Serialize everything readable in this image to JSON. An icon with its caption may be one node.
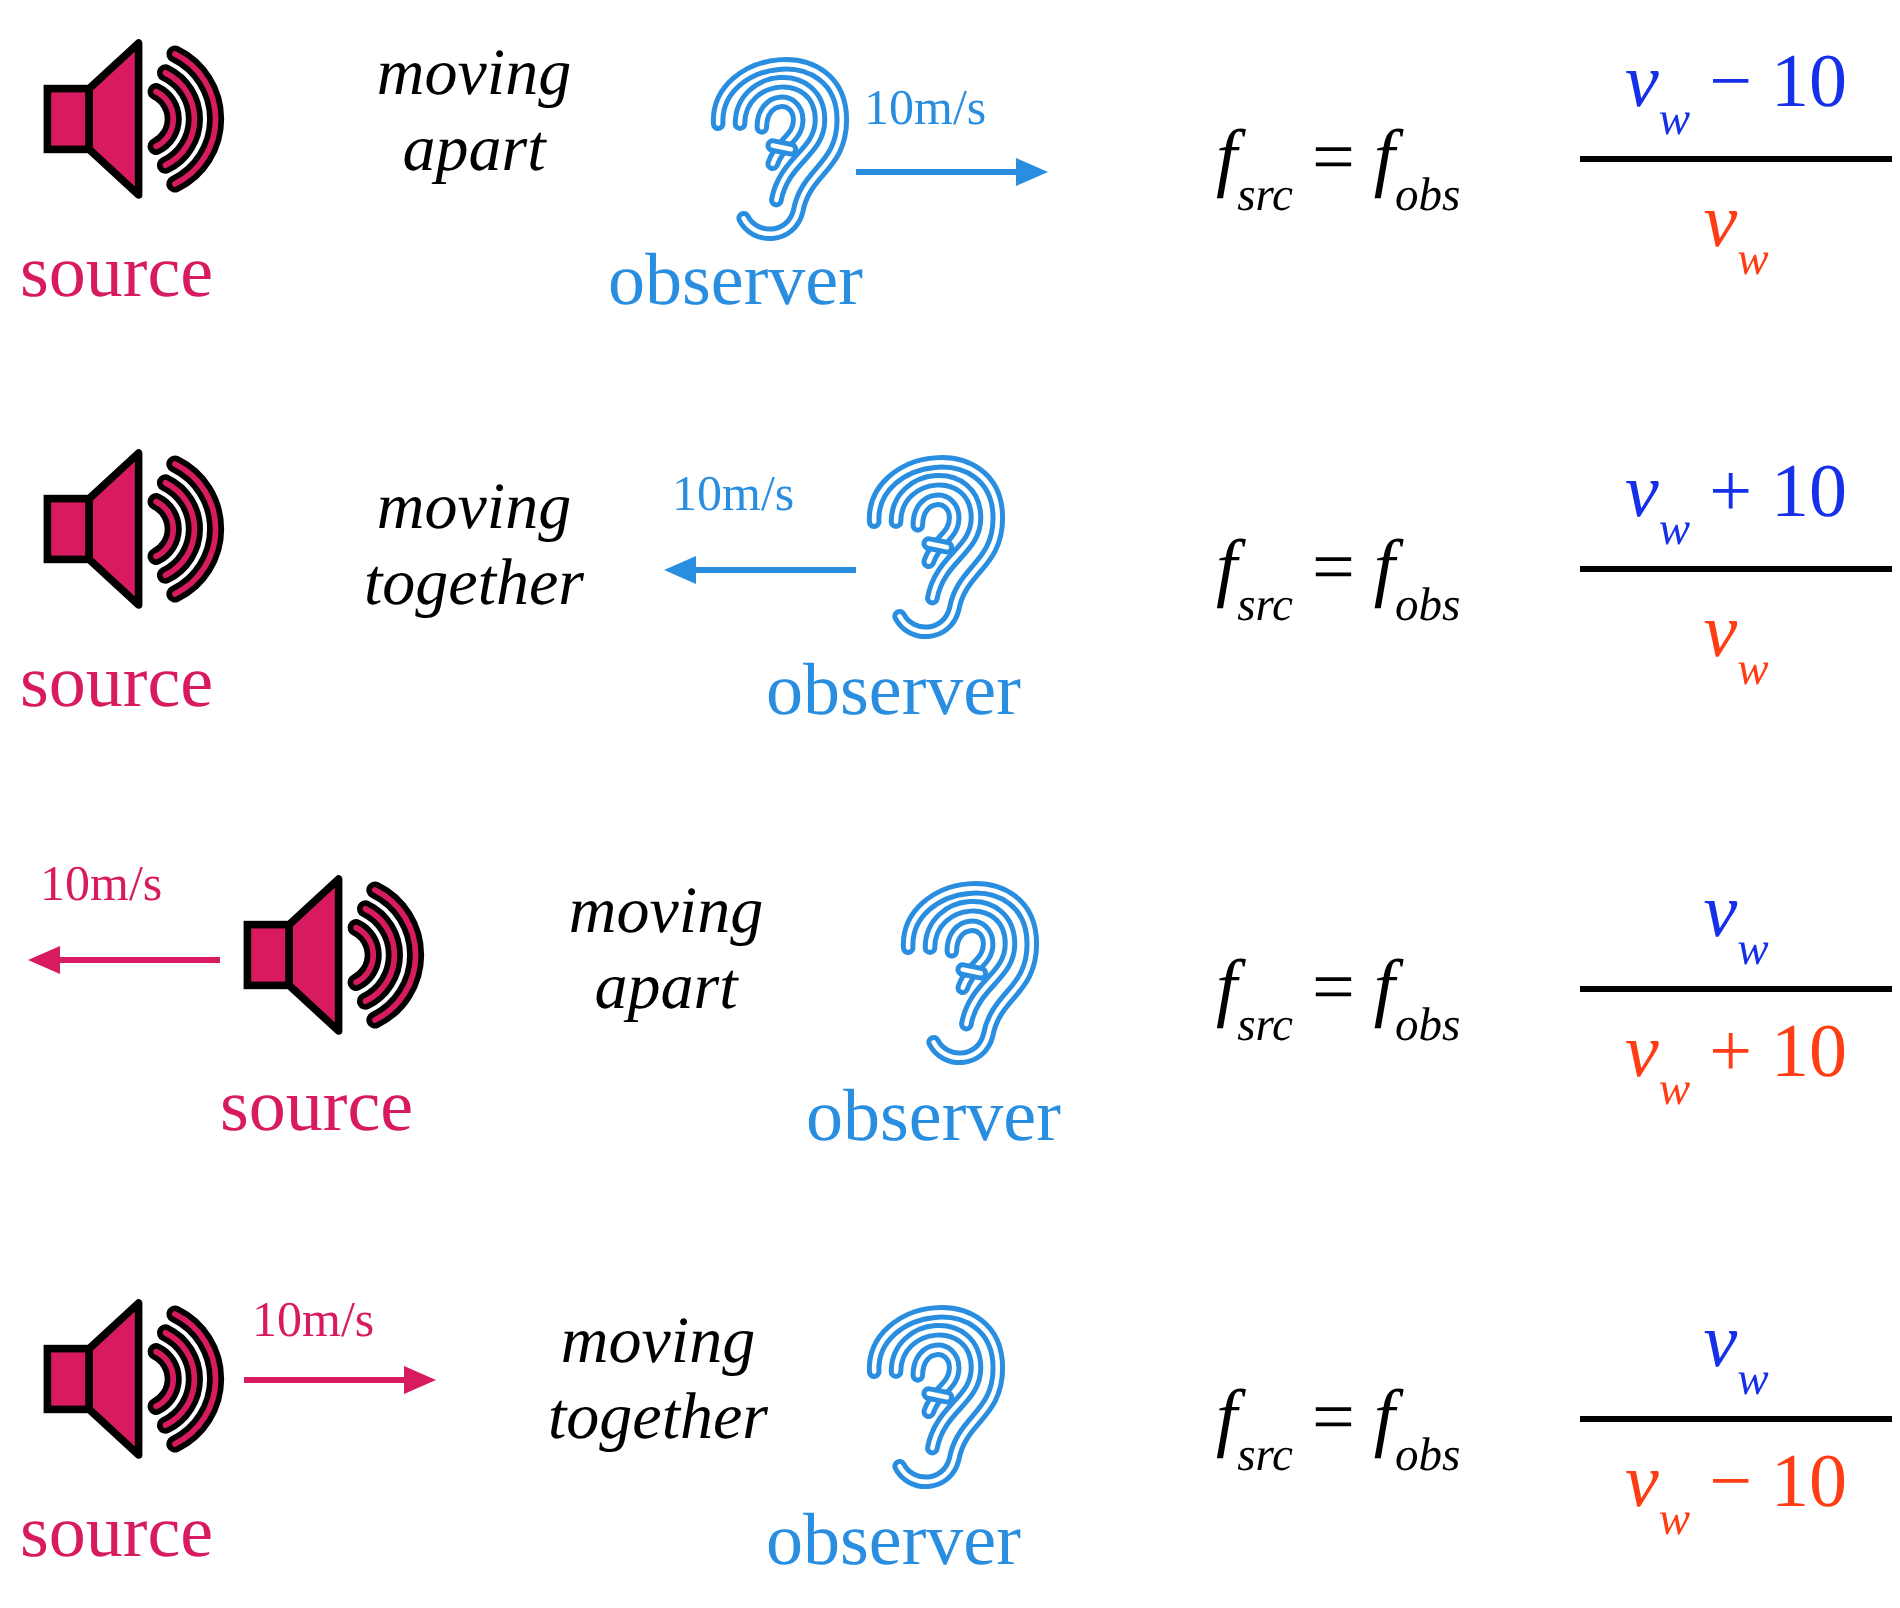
{
  "diagram": {
    "labels": [
      "moving apart",
      "10m/s",
      "source",
      "observer",
      "*f*$_{src}$ = *f*$_{obs}$",
      "*v*$_{w}$ − 10",
      "*v*$_{w}$",
      "moving together",
      "10m/s",
      "source",
      "observer",
      "*f*$_{src}$ = *f*$_{obs}$",
      "*v*$_{w}$ + 10",
      "*v*$_{w}$",
      "moving apart",
      "10m/s",
      "source",
      "observer",
      "*f*$_{src}$ = *f*$_{obs}$",
      "*v*$_{w}$",
      "*v*$_{w}$ + 10",
      "moving together",
      "10m/s",
      "source",
      "observer",
      "*f*$_{src}$ = *f*$_{obs}$",
      "*v*$_{w}$",
      "*v*$_{w}$ − 10"
    ]
  }
}
